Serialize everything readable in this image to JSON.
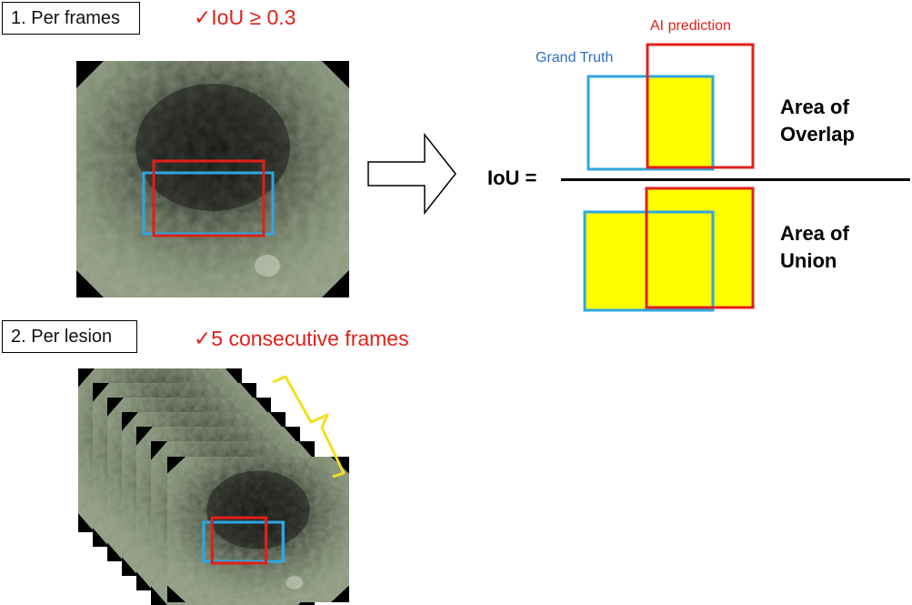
{
  "section1": {
    "label": "1. Per frames",
    "criterion_check": "✓",
    "criterion": "IoU ≥ 0.3"
  },
  "section2": {
    "label": "2. Per lesion",
    "criterion_check": "✓",
    "criterion": "5 consecutive frames"
  },
  "formula": {
    "lhs": "IoU =",
    "gt_label": "Grand Truth",
    "ai_label": "AI prediction",
    "numerator_line1": "Area of",
    "numerator_line2": "Overlap",
    "denominator_line1": "Area of",
    "denominator_line2": "Union"
  },
  "colors": {
    "ground_truth": "#2fa6e0",
    "ai_prediction": "#e0201a",
    "area_fill": "#ffff00",
    "bracket": "#f0e020",
    "gt_label_color": "#2e6fbf"
  },
  "icons": {
    "arrow": "right-arrow-outline",
    "bracket": "curly-brace"
  }
}
